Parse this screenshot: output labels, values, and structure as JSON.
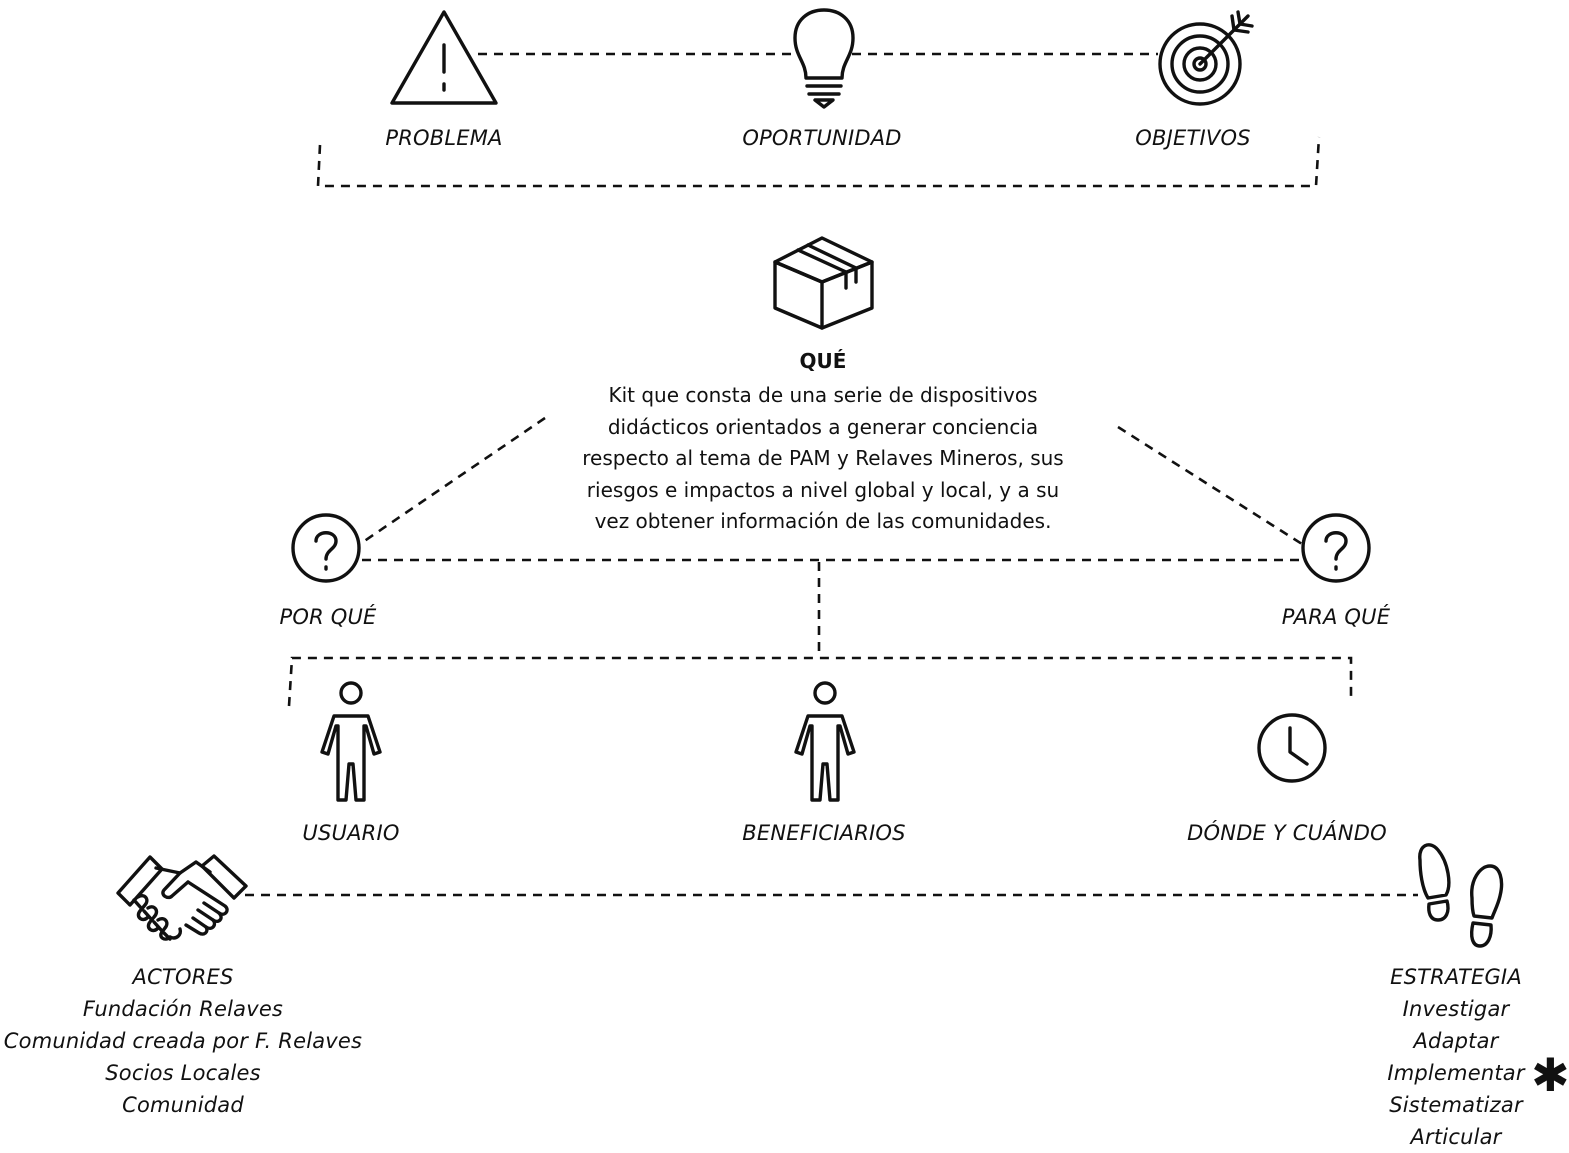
{
  "nodes": {
    "problema": {
      "label": "PROBLEMA",
      "icon": "warning-triangle-icon"
    },
    "oportunidad": {
      "label": "OPORTUNIDAD",
      "icon": "lightbulb-icon"
    },
    "objetivos": {
      "label": "OBJETIVOS",
      "icon": "target-icon"
    },
    "que": {
      "title": "QUÉ",
      "icon": "box-icon",
      "lines": [
        "Kit que consta de una serie de dispositivos",
        "didácticos orientados a generar  conciencia",
        "respecto al tema de PAM y Relaves Mineros, sus",
        "riesgos e impactos a nivel global y local, y a su",
        "vez obtener información de las comunidades."
      ]
    },
    "por_que": {
      "label": "POR QUÉ",
      "icon": "question-icon"
    },
    "para_que": {
      "label": "PARA QUÉ",
      "icon": "question-icon"
    },
    "usuario": {
      "label": "USUARIO",
      "icon": "person-icon"
    },
    "beneficiarios": {
      "label": "BENEFICIARIOS",
      "icon": "person-icon"
    },
    "donde_cuando": {
      "label": "DÓNDE Y CUÁNDO",
      "icon": "clock-icon"
    },
    "actores": {
      "label": "ACTORES",
      "icon": "handshake-icon",
      "items": [
        "Fundación Relaves",
        "Comunidad creada por F. Relaves",
        "Socios Locales",
        "Comunidad"
      ]
    },
    "estrategia": {
      "label": "ESTRATEGIA",
      "icon": "footprints-icon",
      "items": [
        "Investigar",
        "Adaptar",
        "Implementar",
        "Sistematizar",
        "Articular"
      ],
      "marker": "✱"
    }
  },
  "colors": {
    "ink": "#111111",
    "background": "#ffffff"
  }
}
